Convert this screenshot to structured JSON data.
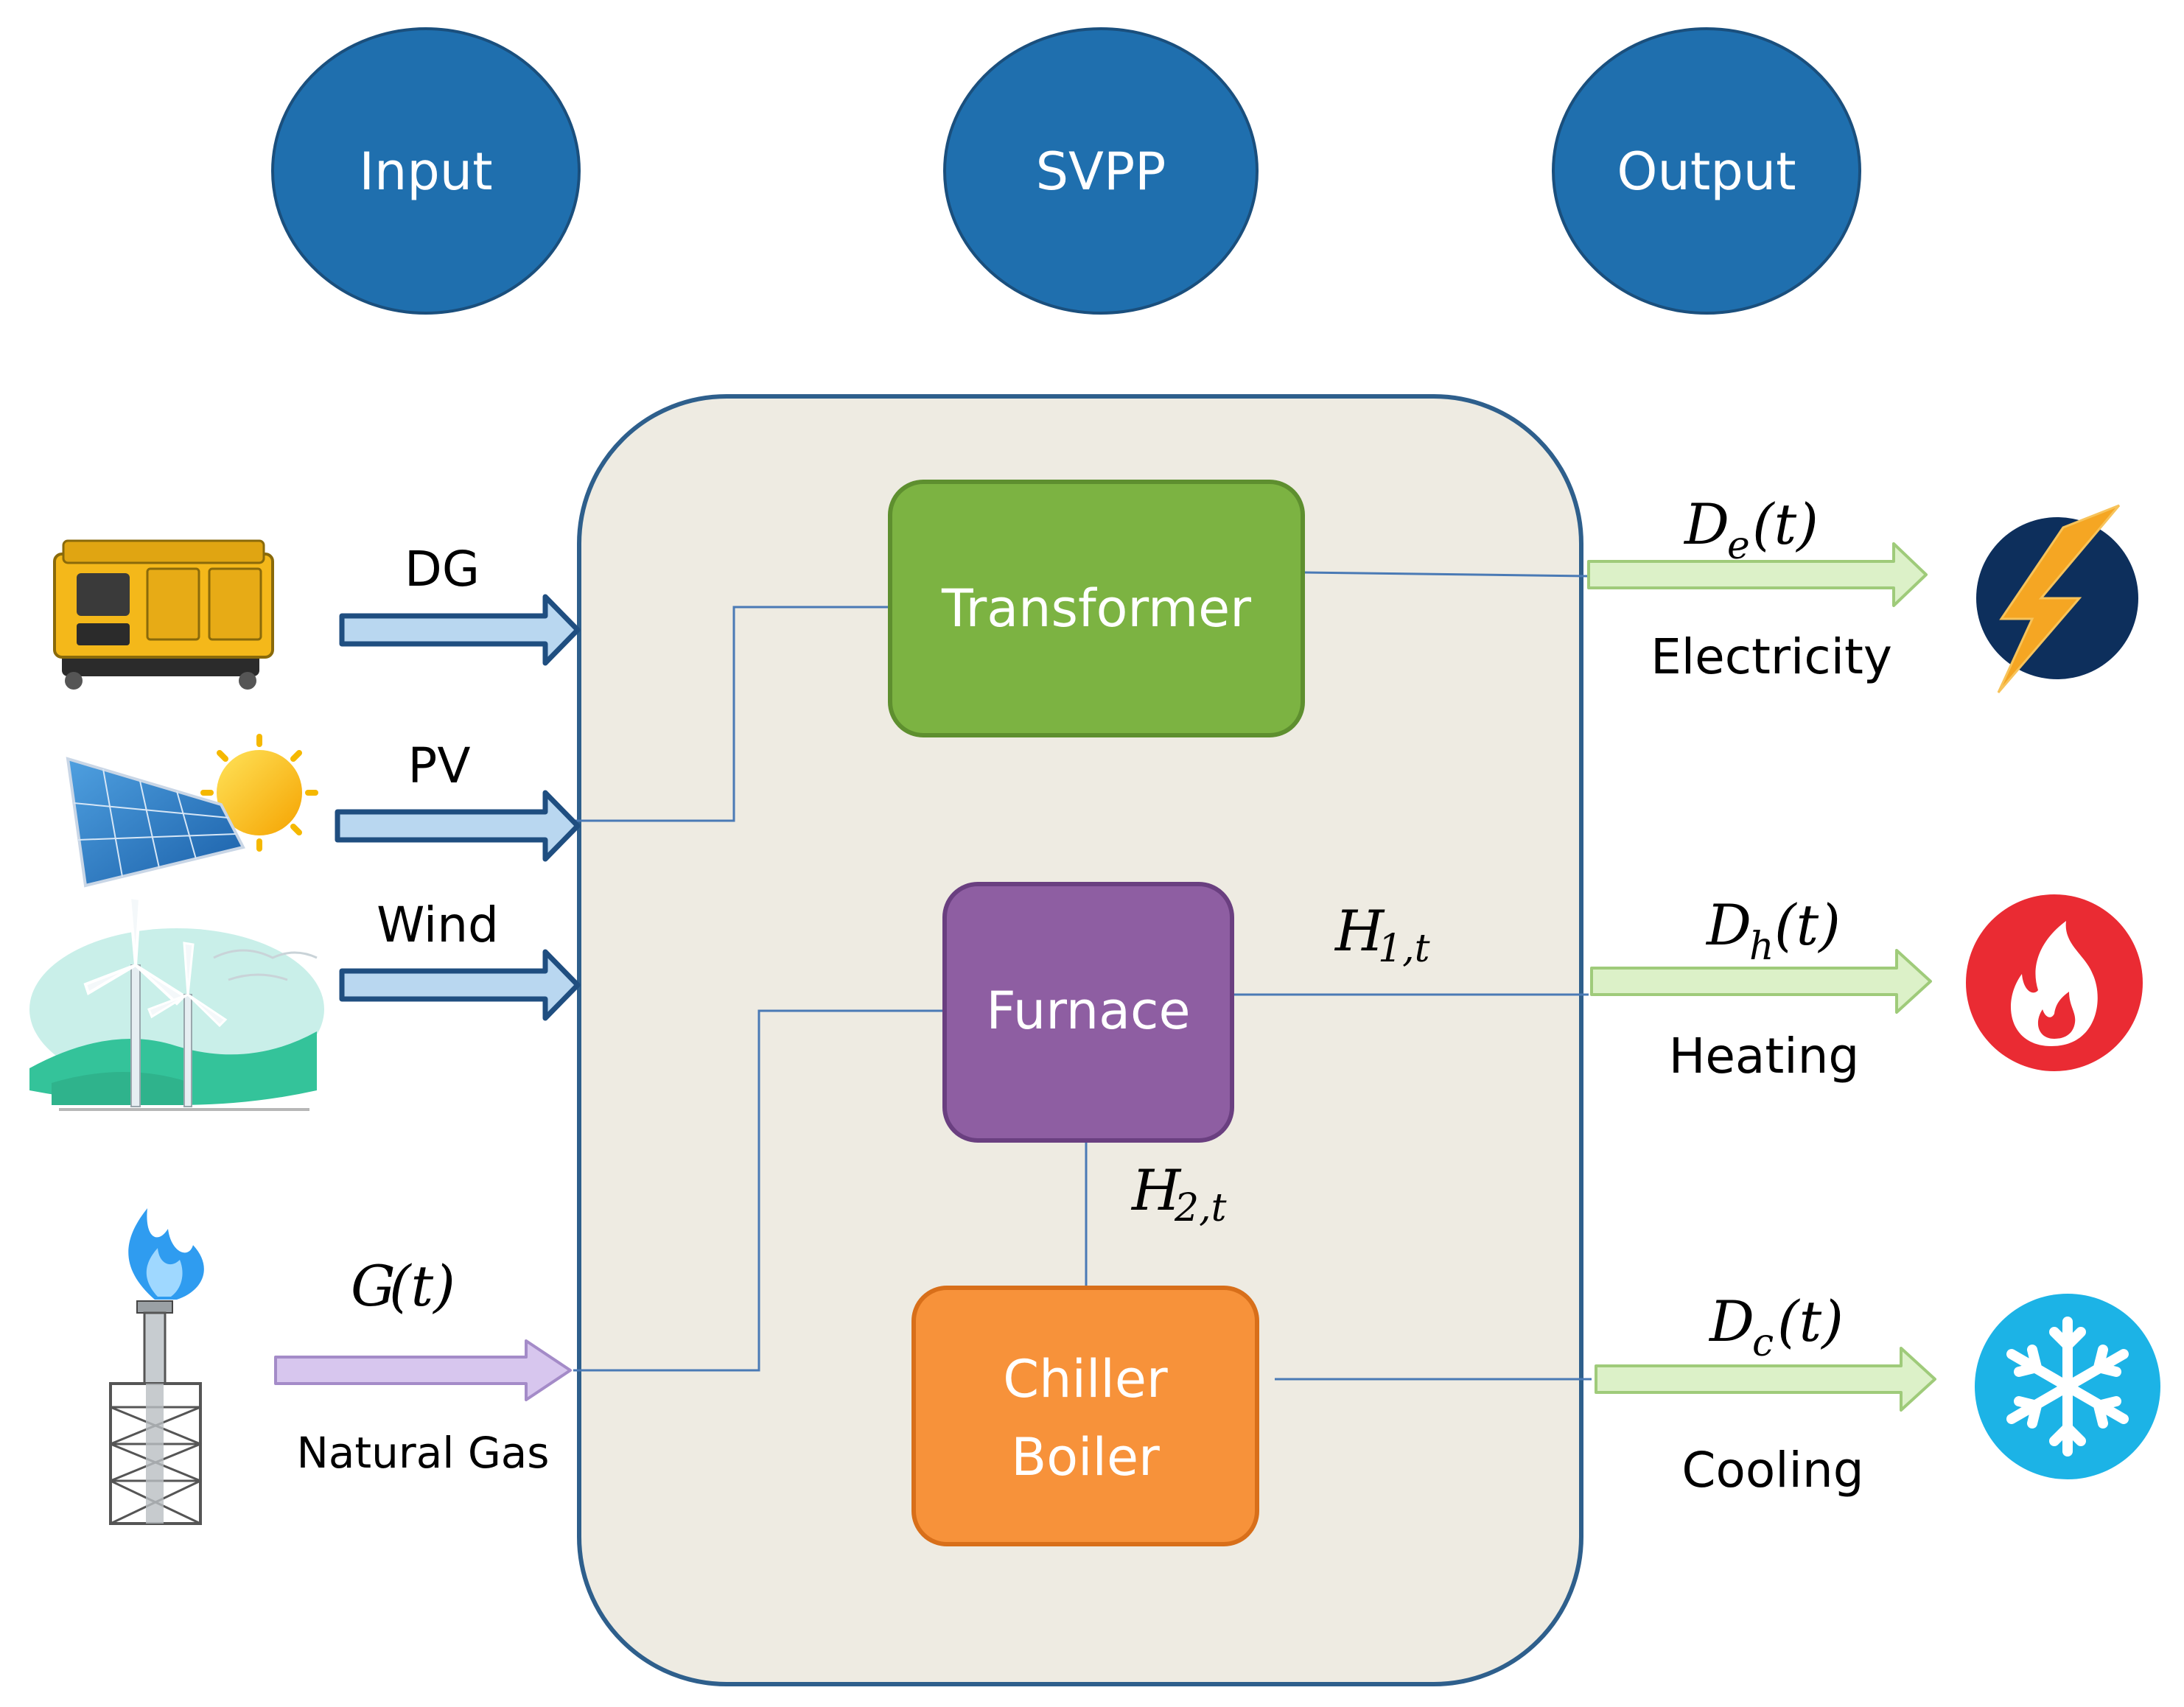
{
  "header": {
    "input_label": "Input",
    "svpp_label": "SVPP",
    "output_label": "Output"
  },
  "sources": {
    "dg_label": "DG",
    "pv_label": "PV",
    "wind_label": "Wind",
    "gas_math": "G",
    "gas_math_arg": "(t)",
    "gas_label": "Natural Gas"
  },
  "units": {
    "transformer_label": "Transformer",
    "furnace_label": "Furnace",
    "chiller_line1": "Chiller",
    "chiller_line2": "Boiler"
  },
  "flows": {
    "h1_main": "H",
    "h1_sub": "1,t",
    "h2_main": "H",
    "h2_sub": "2,t"
  },
  "outputs": {
    "electricity_math": "D",
    "electricity_sub": "e",
    "electricity_arg": "(t)",
    "electricity_label": "Electricity",
    "heating_math": "D",
    "heating_sub": "h",
    "heating_arg": "(t)",
    "heating_label": "Heating",
    "cooling_math": "D",
    "cooling_sub": "c",
    "cooling_arg": "(t)",
    "cooling_label": "Cooling"
  },
  "icons": {
    "generator": "diesel-generator-icon",
    "solar": "solar-panel-icon",
    "wind": "wind-turbine-icon",
    "gas": "gas-flare-icon",
    "electricity": "lightning-bolt-icon",
    "heating": "flame-icon",
    "cooling": "snowflake-icon"
  },
  "colors": {
    "circle_fill": "#1f6fae",
    "panel_fill": "#eeebe2",
    "panel_border": "#2e5f8c",
    "transformer": "#7cb342",
    "furnace": "#8e5ea2",
    "chiller": "#f7923a",
    "input_arrow": "#b9d7f0",
    "gas_arrow": "#d7c6ee",
    "output_arrow": "#dcf1c8"
  }
}
